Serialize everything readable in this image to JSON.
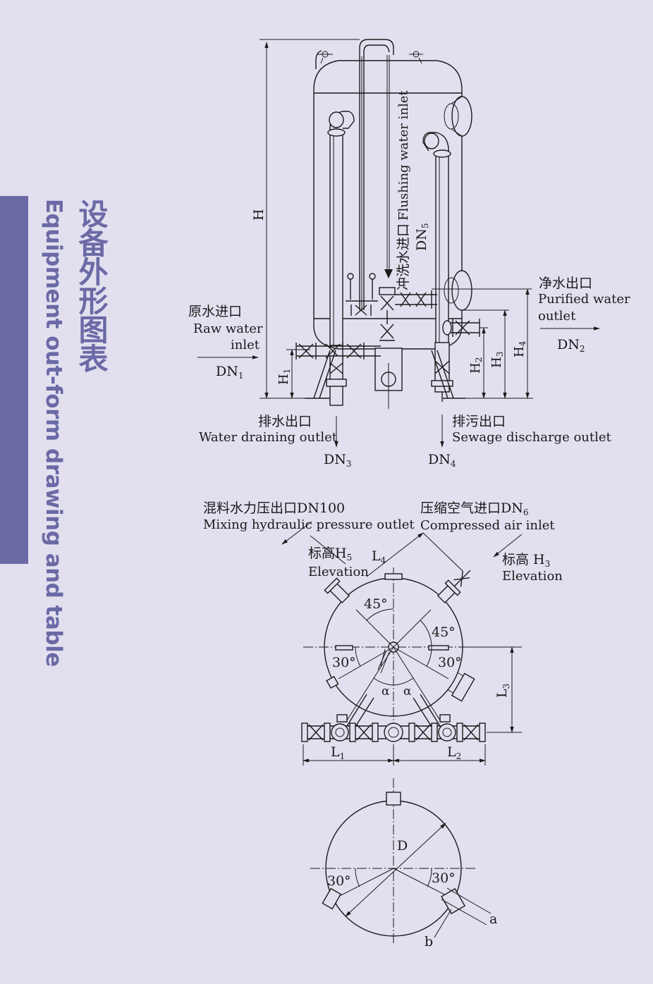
{
  "header": {
    "title_zh": "设备外形图表",
    "title_en": "Equipment out-form drawing and table"
  },
  "elevation": {
    "height_label": "H",
    "flushing_zh": "冲洗水进口",
    "flushing_en": "Flushing water inlet",
    "dn5_base": "DN",
    "dn5_sub": "5",
    "purified_zh": "净水出口",
    "purified_en_1": "Purified water",
    "purified_en_2": "outlet",
    "dn2_base": "DN",
    "dn2_sub": "2",
    "raw_zh": "原水进口",
    "raw_en_1": "Raw water",
    "raw_en_2": "inlet",
    "dn1_base": "DN",
    "dn1_sub": "1",
    "h1_base": "H",
    "h1_sub": "1",
    "h2_base": "H",
    "h2_sub": "2",
    "h3_base": "H",
    "h3_sub": "3",
    "h4_base": "H",
    "h4_sub": "4",
    "drain_zh": "排水出口",
    "drain_en": "Water draining outlet",
    "dn3_base": "DN",
    "dn3_sub": "3",
    "sewage_zh": "排污出口",
    "sewage_en": "Sewage discharge outlet",
    "dn4_base": "DN",
    "dn4_sub": "4"
  },
  "plan_top": {
    "mixing_zh": "混料水力压出口DN100",
    "mixing_en": "Mixing hydraulic pressure outlet",
    "air_zh_base": "压缩空气进口DN",
    "air_zh_sub": "6",
    "air_en": "Compressed air inlet",
    "elev5_zh_base": "标高H",
    "elev5_zh_sub": "5",
    "elev5_en": "Elevation",
    "elev3_zh_base": "标高 H",
    "elev3_zh_sub": "3",
    "elev3_en": "Elevation",
    "l4_base": "L",
    "l4_sub": "4",
    "angle_45_left": "45°",
    "angle_45_right": "45°",
    "angle_30_left": "30°",
    "angle_30_right": "30°",
    "alpha_left": "α",
    "alpha_right": "α",
    "l3_base": "L",
    "l3_sub": "3",
    "l1_base": "L",
    "l1_sub": "1",
    "l2_base": "L",
    "l2_sub": "2"
  },
  "plan_bottom": {
    "diameter": "D",
    "angle_30_left": "30°",
    "angle_30_right": "30°",
    "label_a": "a",
    "label_b": "b"
  },
  "colors": {
    "accent": "#6b6aa6",
    "background": "#e2e0ef",
    "line": "#1a1a1a"
  }
}
